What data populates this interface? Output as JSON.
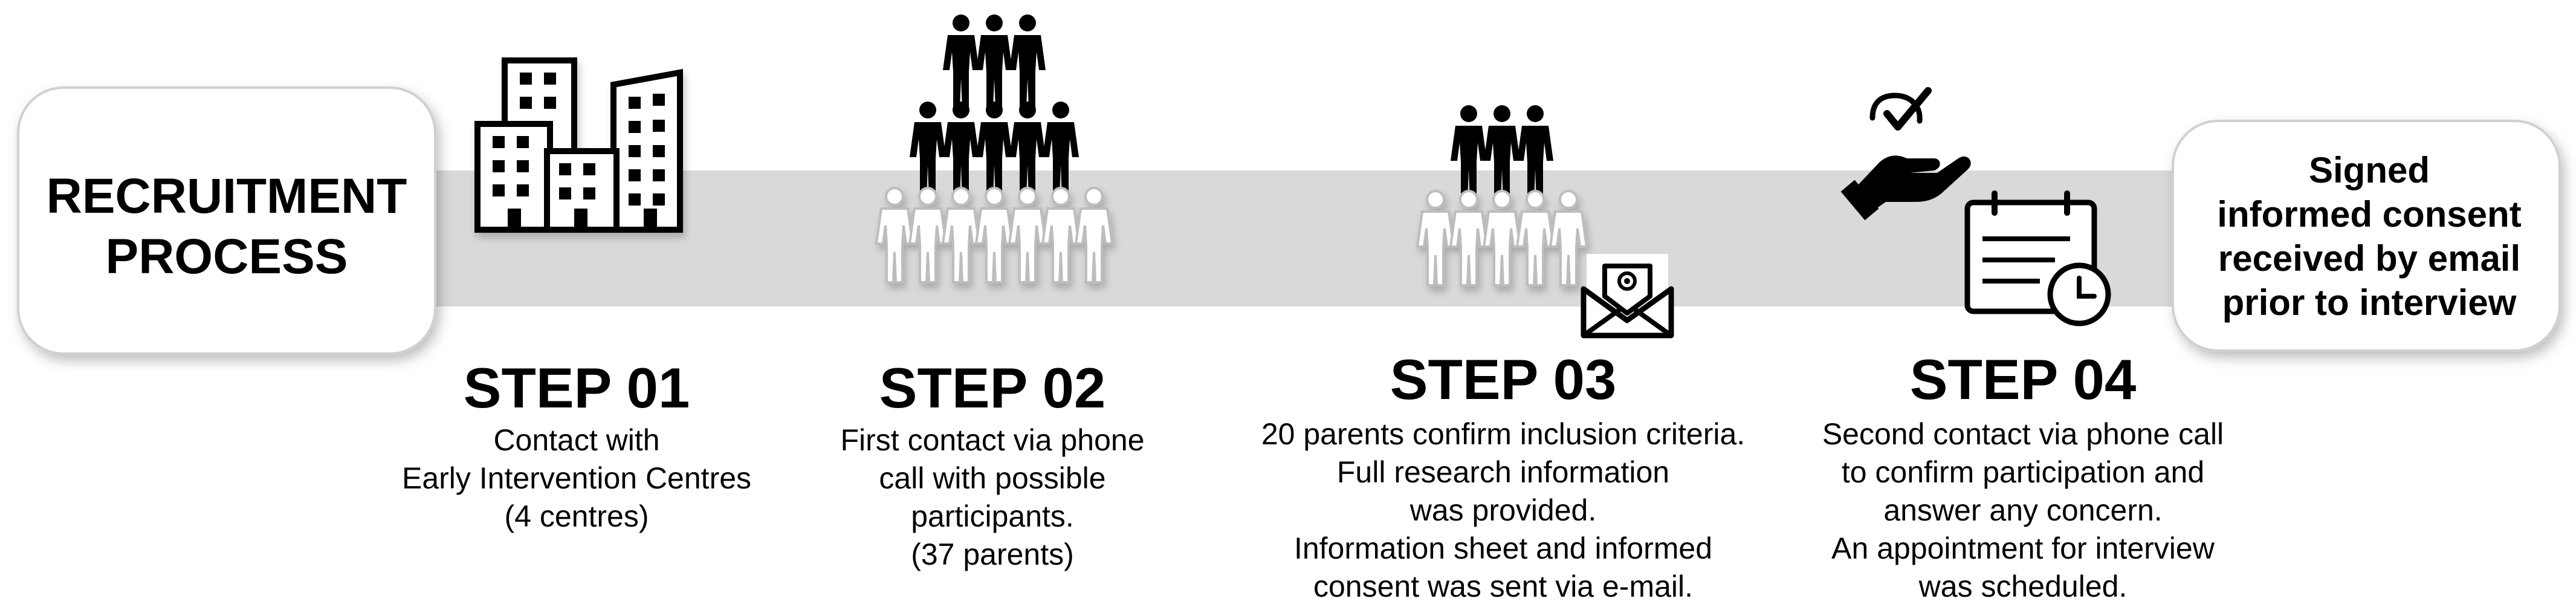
{
  "title": {
    "lines": [
      "RECRUITMENT",
      "PROCESS"
    ]
  },
  "steps": [
    {
      "heading": "STEP 01",
      "lines": [
        "Contact with",
        "Early Intervention Centres",
        "(4 centres)"
      ]
    },
    {
      "heading": "STEP 02",
      "lines": [
        "First contact via phone",
        "call with possible",
        "participants.",
        "(37 parents)"
      ]
    },
    {
      "heading": "STEP 03",
      "lines": [
        "20 parents confirm inclusion criteria.",
        "Full research information",
        "was provided.",
        "Information sheet and informed",
        "consent was sent via e-mail."
      ]
    },
    {
      "heading": "STEP 04",
      "lines": [
        "Second contact via phone call",
        "to confirm participation and",
        "answer any concern.",
        "An appointment for interview",
        "was scheduled."
      ]
    }
  ],
  "end": {
    "lines": [
      "Signed",
      "informed consent",
      "received by email",
      "prior to interview"
    ]
  },
  "icons": {
    "step1": "buildings-icon",
    "step2": "people-pyramid-icon",
    "step3_people": "people-group-icon",
    "step3_mail": "email-envelope-icon",
    "step4_hand": "hand-check-icon",
    "step4_calendar": "calendar-clock-icon"
  },
  "colors": {
    "band": "#d9d9d9",
    "icon": "#000000",
    "outline_figure": "#ffffff",
    "text": "#000000"
  }
}
